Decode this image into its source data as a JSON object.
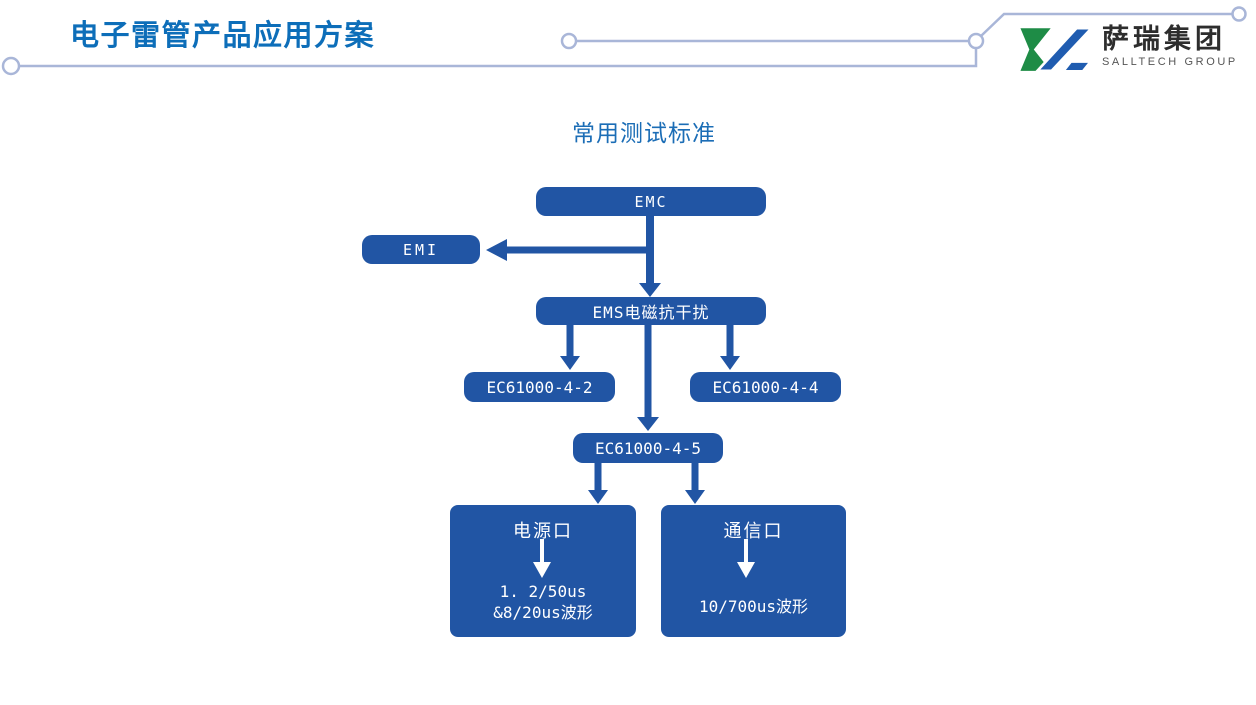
{
  "header": {
    "title": "电子雷管产品应用方案",
    "logo": {
      "name": "萨瑞集团",
      "subtitle": "SALLTECH GROUP"
    }
  },
  "diagram": {
    "heading": "常用测试标准",
    "nodes": {
      "emc": {
        "label": "EMC"
      },
      "emi": {
        "label": "EMI"
      },
      "ems": {
        "label": "EMS电磁抗干扰"
      },
      "ec61000_4_2": {
        "label": "EC61000-4-2"
      },
      "ec61000_4_4": {
        "label": "EC61000-4-4"
      },
      "ec61000_4_5": {
        "label": "EC61000-4-5"
      },
      "power_port": {
        "title": "电源口",
        "detail_line1": "1. 2/50us",
        "detail_line2": "&8/20us波形"
      },
      "comm_port": {
        "title": "通信口",
        "detail": "10/700us波形"
      }
    },
    "edges": [
      {
        "from": "EMC",
        "to": "EMI"
      },
      {
        "from": "EMC",
        "to": "EMS电磁抗干扰"
      },
      {
        "from": "EMS电磁抗干扰",
        "to": "EC61000-4-2"
      },
      {
        "from": "EMS电磁抗干扰",
        "to": "EC61000-4-4"
      },
      {
        "from": "EMS电磁抗干扰",
        "to": "EC61000-4-5"
      },
      {
        "from": "EC61000-4-5",
        "to": "电源口"
      },
      {
        "from": "EC61000-4-5",
        "to": "通信口"
      },
      {
        "from": "电源口",
        "to": "1. 2/50us &8/20us波形"
      },
      {
        "from": "通信口",
        "to": "10/700us波形"
      }
    ]
  },
  "colors": {
    "title_blue": "#0D6EB9",
    "heading_blue": "#1B6DB6",
    "node_blue": "#2155A4",
    "node_text": "#FFFFFF",
    "decor_line": "#A9B6D8",
    "logo_green": "#1E8C46",
    "logo_blue": "#1F5CB0",
    "logo_text": "#2D2D2D",
    "background": "#FFFFFF"
  }
}
